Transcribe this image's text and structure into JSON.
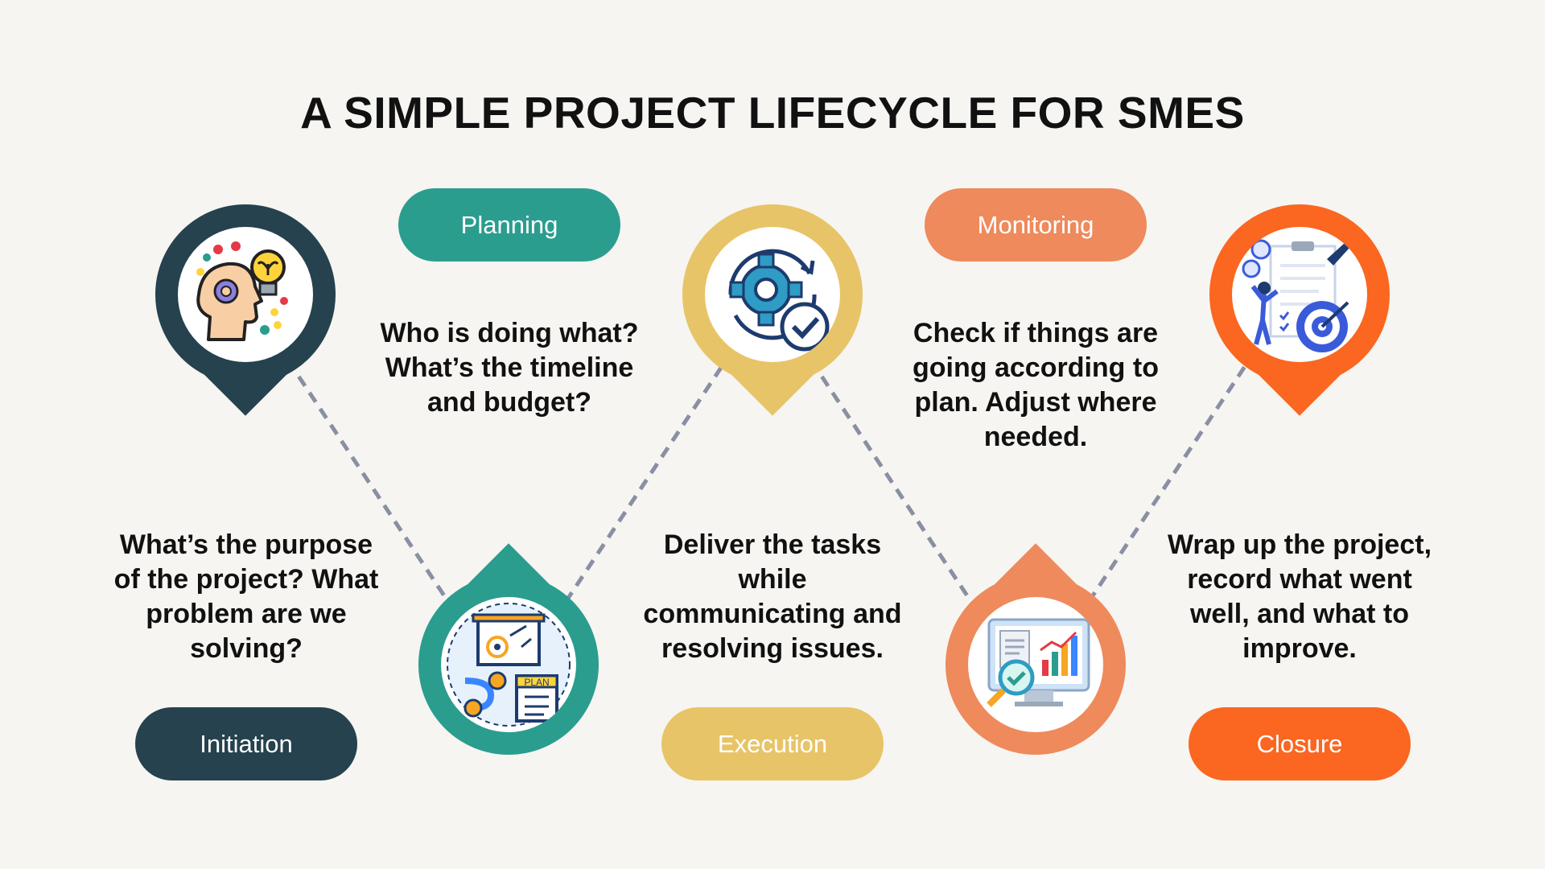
{
  "title": "A SIMPLE PROJECT LIFECYCLE FOR SMES",
  "stages": [
    {
      "label": "Initiation",
      "description": "What’s the purpose of the project? What problem are we solving?",
      "color": "#25424e",
      "icon": "brain-idea-icon"
    },
    {
      "label": "Planning",
      "description": "Who is doing what? What’s the timeline and budget?",
      "color": "#2a9d8f",
      "icon": "strategy-plan-icon"
    },
    {
      "label": "Execution",
      "description": "Deliver the tasks while communicating and resolving issues.",
      "color": "#e8c468",
      "icon": "gear-check-icon"
    },
    {
      "label": "Monitoring",
      "description": "Check if things are going according to plan. Adjust where needed.",
      "color": "#ee8a5c",
      "icon": "monitor-analytics-icon"
    },
    {
      "label": "Closure",
      "description": "Wrap up the project, record what went well, and what to improve.",
      "color": "#fb6620",
      "icon": "target-goal-icon"
    }
  ]
}
